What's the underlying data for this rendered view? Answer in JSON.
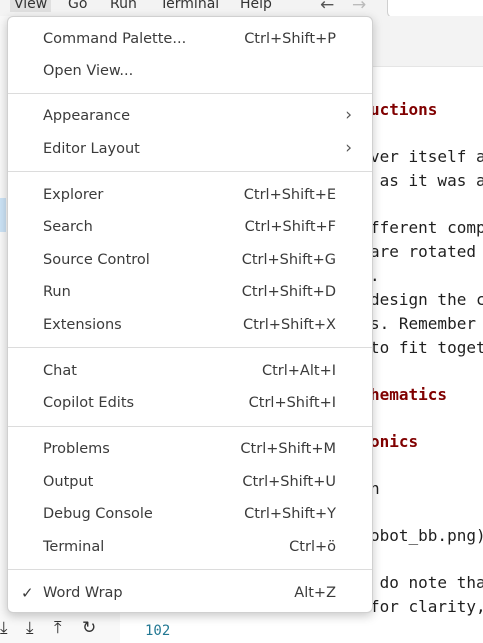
{
  "menubar": {
    "items": [
      "View",
      "Go",
      "Run",
      "Terminal",
      "Help"
    ],
    "back_icon": "←",
    "forward_icon": "→"
  },
  "editor": {
    "lines": [
      {
        "text": "uctions",
        "heading": true
      },
      {
        "text": "ver itself a",
        "heading": false
      },
      {
        "text": " as it was a",
        "heading": false
      },
      {
        "text": "fferent comp",
        "heading": false
      },
      {
        "text": "are rotated",
        "heading": false
      },
      {
        "text": ".",
        "heading": false
      },
      {
        "text": "design the c",
        "heading": false
      },
      {
        "text": "s. Remember",
        "heading": false
      },
      {
        "text": "to fit toget",
        "heading": false
      },
      {
        "text": "hematics",
        "heading": true
      },
      {
        "text": "onics",
        "heading": true
      },
      {
        "text": "n",
        "heading": false
      },
      {
        "text": "obot_bb.png)",
        "heading": false
      },
      {
        "text": " do note tha",
        "heading": false
      },
      {
        "text": "for clarity,",
        "heading": false
      }
    ],
    "line_number": "102"
  },
  "menu": {
    "groups": [
      [
        {
          "label": "Command Palette...",
          "key": "Ctrl+Shift+P"
        },
        {
          "label": "Open View...",
          "key": ""
        }
      ],
      [
        {
          "label": "Appearance",
          "submenu": true
        },
        {
          "label": "Editor Layout",
          "submenu": true
        }
      ],
      [
        {
          "label": "Explorer",
          "key": "Ctrl+Shift+E"
        },
        {
          "label": "Search",
          "key": "Ctrl+Shift+F"
        },
        {
          "label": "Source Control",
          "key": "Ctrl+Shift+G"
        },
        {
          "label": "Run",
          "key": "Ctrl+Shift+D"
        },
        {
          "label": "Extensions",
          "key": "Ctrl+Shift+X"
        }
      ],
      [
        {
          "label": "Chat",
          "key": "Ctrl+Alt+I"
        },
        {
          "label": "Copilot Edits",
          "key": "Ctrl+Shift+I"
        }
      ],
      [
        {
          "label": "Problems",
          "key": "Ctrl+Shift+M"
        },
        {
          "label": "Output",
          "key": "Ctrl+Shift+U"
        },
        {
          "label": "Debug Console",
          "key": "Ctrl+Shift+Y"
        },
        {
          "label": "Terminal",
          "key": "Ctrl+ö"
        }
      ],
      [
        {
          "label": "Word Wrap",
          "key": "Alt+Z",
          "checked": true
        }
      ]
    ],
    "chevron_glyph": "›",
    "check_glyph": "✓"
  },
  "status_icons": [
    "⤓",
    "⤓",
    "⤒",
    "↻"
  ]
}
